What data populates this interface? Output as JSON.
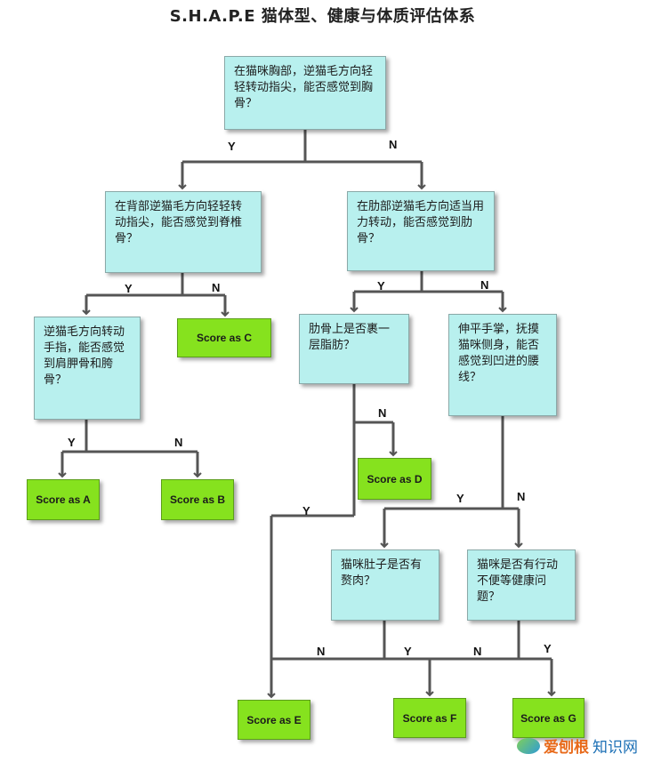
{
  "title": "S.H.A.P.E 猫体型、健康与体质评估体系",
  "questions": {
    "q1": "在猫咪胸部，逆猫毛方向轻轻转动指尖，能否感觉到胸骨？",
    "q2": "在背部逆猫毛方向轻轻转动指尖，能否感觉到脊椎骨？",
    "q3": "在肋部逆猫毛方向适当用力转动，能否感觉到肋骨？",
    "q4": "逆猫毛方向转动手指，能否感觉到肩胛骨和胯骨？",
    "q5": "肋骨上是否裹一层脂肪？",
    "q6": "伸平手掌，抚摸猫咪侧身，能否感觉到凹进的腰线？",
    "q7": "猫咪肚子是否有赘肉？",
    "q8": "猫咪是否有行动不便等健康问题？"
  },
  "scores": {
    "a": "Score as A",
    "b": "Score as B",
    "c": "Score as C",
    "d": "Score as D",
    "e": "Score as E",
    "f": "Score as F",
    "g": "Score as G"
  },
  "labels": {
    "yes": "Y",
    "no": "N"
  },
  "colors": {
    "question_fill": "#b8f0ee",
    "score_fill": "#86e21e",
    "connector": "#555555"
  },
  "watermark": {
    "brand": "爱刨根",
    "site": "知识网"
  }
}
